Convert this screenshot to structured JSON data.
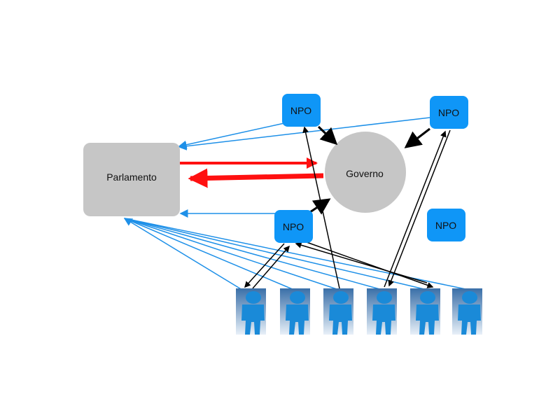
{
  "nodes": {
    "parlamento": {
      "label": "Parlamento",
      "color": "#c6c6c6"
    },
    "governo": {
      "label": "Governo",
      "color": "#c6c6c6"
    },
    "npo_top": {
      "label": "NPO",
      "color": "#0f96f7"
    },
    "npo_top_right": {
      "label": "NPO",
      "color": "#0f96f7"
    },
    "npo_mid": {
      "label": "NPO",
      "color": "#0f96f7"
    },
    "npo_right": {
      "label": "NPO",
      "color": "#0f96f7"
    }
  },
  "persons": {
    "count": 6,
    "icon": "person-icon",
    "color": "#1a8ad8"
  },
  "edge_colors": {
    "citizen": "#1e90e8",
    "power": "#ff1010",
    "influence": "#000000"
  }
}
